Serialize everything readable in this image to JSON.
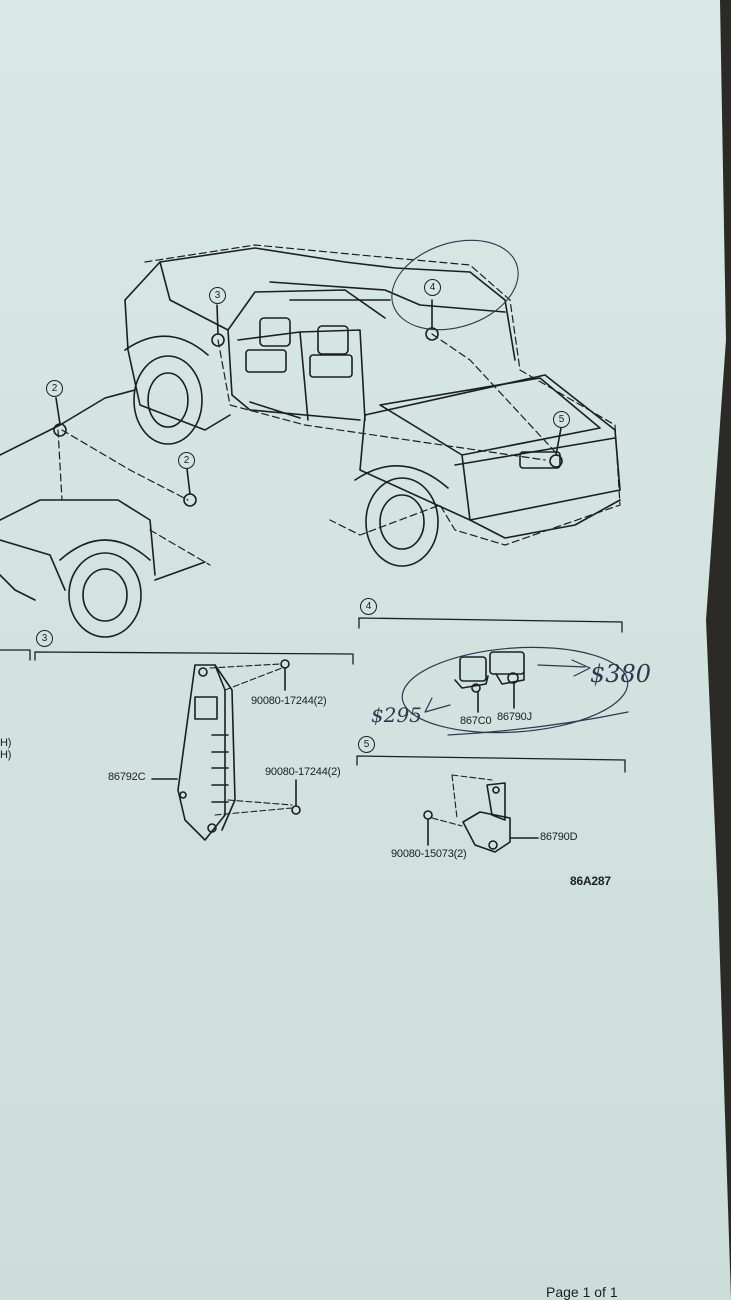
{
  "callouts": {
    "c2a": "2",
    "c2b": "2",
    "c3": "3",
    "c4": "4",
    "c5": "5",
    "s3": "3",
    "s4": "4",
    "s5": "5"
  },
  "parts": {
    "bolt_upper": "90080-17244(2)",
    "bolt_lower": "90080-17244(2)",
    "module": "86792C",
    "camera_left": "867C0",
    "camera_right": "86790J",
    "rear_camera": "86790D",
    "rear_bolt": "90080-15073(2)",
    "diagram_code": "86A287",
    "cut_left_1": "H)",
    "cut_left_2": "H)"
  },
  "handwriting": {
    "price_left": "$295",
    "price_right": "$380"
  },
  "footer": {
    "page": "Page 1 of 1"
  },
  "colors": {
    "ink": "#1c1f1f",
    "pen": "#2f3750",
    "paper": "#d5e4e0"
  }
}
